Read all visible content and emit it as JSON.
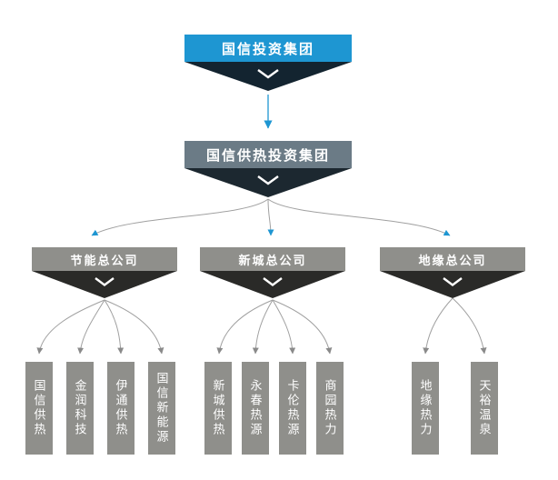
{
  "org": {
    "root": "国信投资集团",
    "holding": "国信供热投资集团",
    "groups": [
      {
        "name": "节能总公司",
        "children": [
          "国信供热",
          "金润科技",
          "伊通供热",
          "国信新能源"
        ]
      },
      {
        "name": "新城总公司",
        "children": [
          "新城供热",
          "永春热源",
          "卡伦热源",
          "商园热力"
        ]
      },
      {
        "name": "地缘总公司",
        "children": [
          "地缘热力",
          "天裕温泉"
        ]
      }
    ]
  },
  "colors": {
    "root_banner": "#1e96d2",
    "root_tri": "#132430",
    "holding_banner": "#6b7b86",
    "holding_tri": "#1c2830",
    "group_banner": "#8f8f8b",
    "group_tri": "#2a2a28",
    "box": "#8f8f8b",
    "line": "#a0a0a0",
    "arrow_blue": "#1e96d2",
    "arrow_gray": "#8a8a8a"
  }
}
